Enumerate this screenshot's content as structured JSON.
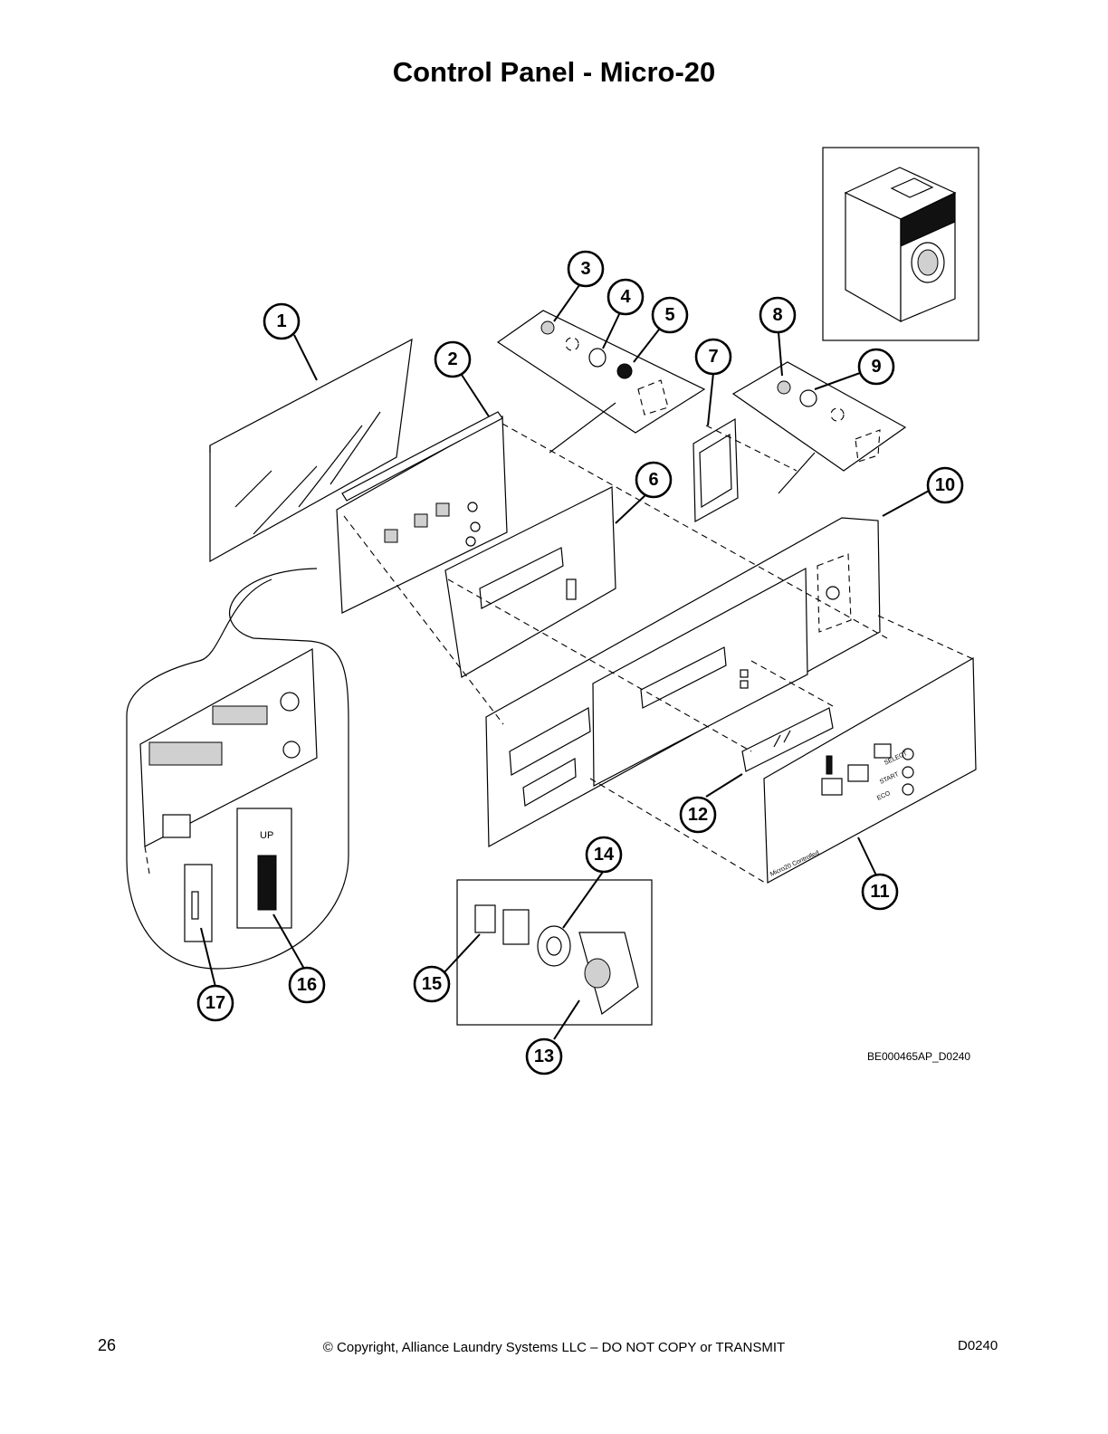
{
  "title": "Control Panel - Micro-20",
  "callouts": [
    {
      "id": "1"
    },
    {
      "id": "2"
    },
    {
      "id": "3"
    },
    {
      "id": "4"
    },
    {
      "id": "5"
    },
    {
      "id": "6"
    },
    {
      "id": "7"
    },
    {
      "id": "8"
    },
    {
      "id": "9"
    },
    {
      "id": "10"
    },
    {
      "id": "11"
    },
    {
      "id": "12"
    },
    {
      "id": "13"
    },
    {
      "id": "14"
    },
    {
      "id": "15"
    },
    {
      "id": "16"
    },
    {
      "id": "17"
    }
  ],
  "panel_labels": {
    "select": "SELECT",
    "start": "START",
    "eco": "ECO",
    "brand": "Micro20 Controlled",
    "chip_marking": "UP"
  },
  "drawing_ref": "BE000465AP_D0240",
  "footer": {
    "page_number": "26",
    "copyright": "© Copyright, Alliance Laundry Systems LLC – DO NOT COPY or TRANSMIT",
    "doc_code": "D0240"
  }
}
